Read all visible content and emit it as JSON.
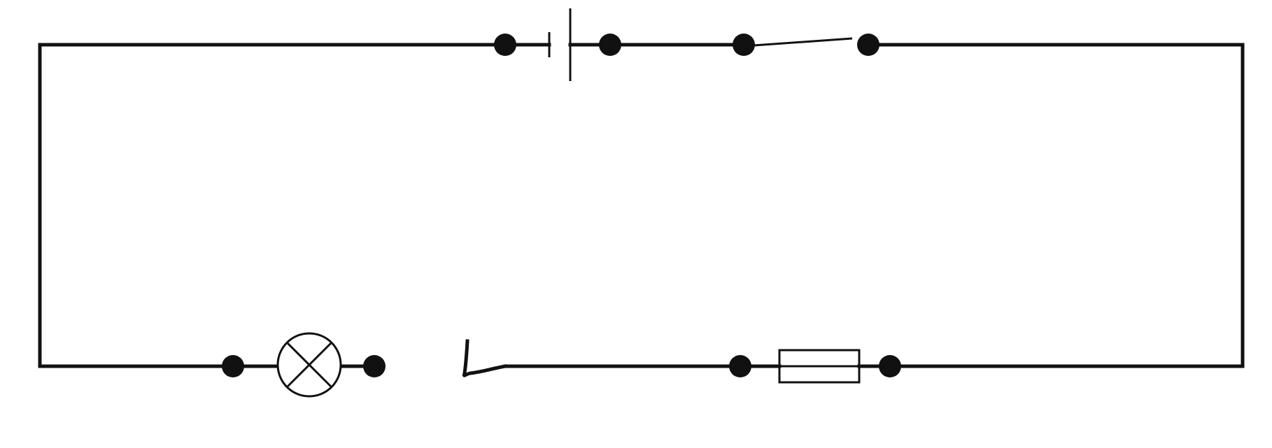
{
  "colors": {
    "stroke": "#111111",
    "background": "#ffffff"
  },
  "components": [
    {
      "type": "battery",
      "icon": "battery-cell-icon"
    },
    {
      "type": "switch",
      "state": "open",
      "icon": "open-switch-icon"
    },
    {
      "type": "fuse",
      "icon": "fuse-icon"
    },
    {
      "type": "lamp",
      "icon": "lamp-icon"
    }
  ],
  "circuit_break": {
    "present": true,
    "icon": "loose-wire-end-icon"
  }
}
